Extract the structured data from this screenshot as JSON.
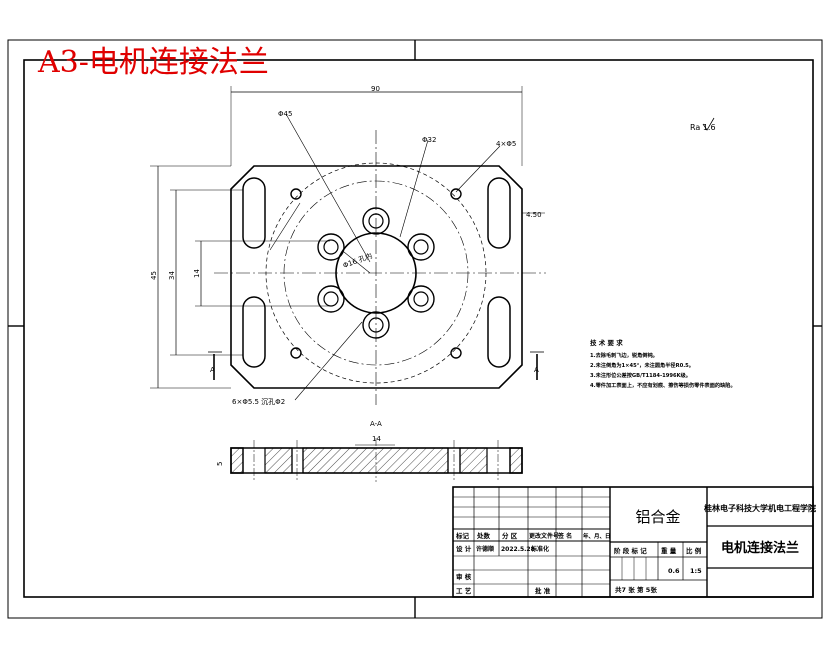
{
  "title": "A3-电机连接法兰",
  "colors": {
    "line": "#000000",
    "title": "#e00000",
    "paper": "#ffffff"
  },
  "dimensions": {
    "overall_width": "90",
    "bolt_circle": "Φ45",
    "center_hole": "Φ32",
    "corner_holes": "4×Φ5",
    "slot_width": "4.50",
    "pcd_label": "Φ16 孔内",
    "height_total": "45",
    "height_mid": "34",
    "height_inner": "14",
    "counterbore": "6×Φ5.5 沉孔Φ2",
    "section_label": "A-A",
    "section_width": "14",
    "thickness": "5"
  },
  "roughness": "Ra 1.6",
  "tech_req": {
    "heading": "技 术 要 求",
    "items": [
      "1.去除毛刺飞边，锐角倒钝。",
      "2.未注倒角为1×45°，未注圆角半径R0.5。",
      "3.未注形位公差按GB/T1184-1996K级。",
      "4.零件加工表面上，不应有划痕、擦伤等损伤零件表面的缺陷。"
    ]
  },
  "title_block": {
    "material": "铝合金",
    "school": "桂林电子科技大学机电工程学院",
    "part_name": "电机连接法兰",
    "headers": [
      "标记",
      "处数",
      "分 区",
      "更改文件号",
      "签 名",
      "年、月、日"
    ],
    "design_label": "设 计",
    "designer": "许德顺",
    "date": "2022.5.28",
    "standard_label": "标准化",
    "stage_label": "阶 段 标 记",
    "weight_label": "重 量",
    "scale_label": "比 例",
    "weight": "0.6",
    "scale": "1:5",
    "review_label": "审 核",
    "process_label": "工 艺",
    "approve_label": "批 准",
    "sheets": "共7 张   第 5张"
  }
}
